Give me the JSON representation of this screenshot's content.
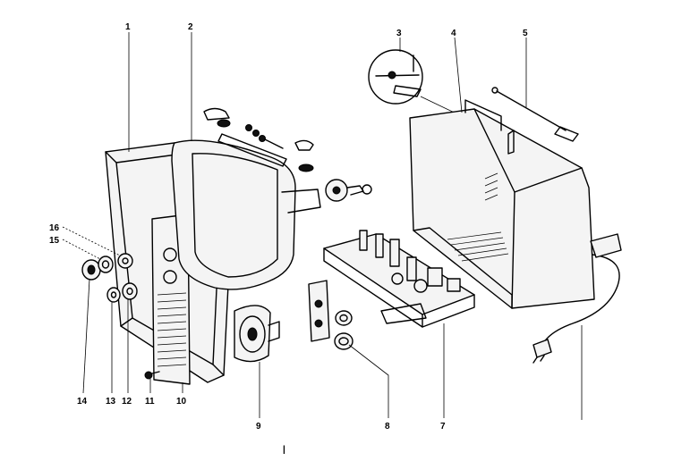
{
  "callouts": [
    {
      "id": "1",
      "label": "1"
    },
    {
      "id": "2",
      "label": "2"
    },
    {
      "id": "3",
      "label": "3"
    },
    {
      "id": "4",
      "label": "4"
    },
    {
      "id": "5",
      "label": "5"
    },
    {
      "id": "7",
      "label": "7"
    },
    {
      "id": "8",
      "label": "8"
    },
    {
      "id": "9",
      "label": "9"
    },
    {
      "id": "10",
      "label": "10"
    },
    {
      "id": "11",
      "label": "11"
    },
    {
      "id": "12",
      "label": "12"
    },
    {
      "id": "13",
      "label": "13"
    },
    {
      "id": "14",
      "label": "14"
    },
    {
      "id": "15",
      "label": "15"
    },
    {
      "id": "16",
      "label": "16"
    }
  ],
  "footer_mark": "|"
}
